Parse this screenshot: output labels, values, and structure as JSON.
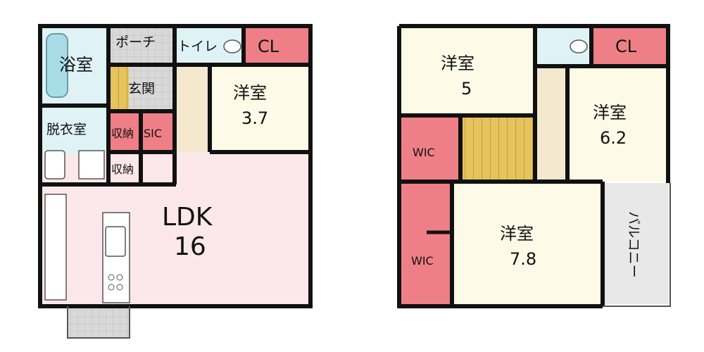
{
  "floor1": {
    "bath": "浴室",
    "porch": "ポーチ",
    "toilet": "トイレ",
    "cl": "CL",
    "entrance": "玄関",
    "western_room": "洋室",
    "western_size": "3.7",
    "dressing": "脱衣室",
    "storage_a": "収納",
    "sic": "SIC",
    "storage_b": "収納",
    "ldk": "LDK",
    "ldk_size": "16"
  },
  "floor2": {
    "room_a": "洋室",
    "room_a_size": "5",
    "cl": "CL",
    "room_b": "洋室",
    "room_b_size": "6.2",
    "wic_a": "WIC",
    "wic_b": "WIC",
    "room_c": "洋室",
    "room_c_size": "7.8",
    "balcony": "バルコニー"
  },
  "colors": {
    "wall": "#111111",
    "bath_blue": "#dff3f6",
    "bathtub": "#a9dde6",
    "closet_pink": "#ef7f86",
    "room_cream": "#fdfbe8",
    "ldk_pink": "#fce8ea",
    "porch_gray": "#d6d6d6",
    "stair_yellow": "#e6c35c",
    "hall_beige": "#f4e8cf",
    "balcony_gray": "#e8e8e8"
  }
}
